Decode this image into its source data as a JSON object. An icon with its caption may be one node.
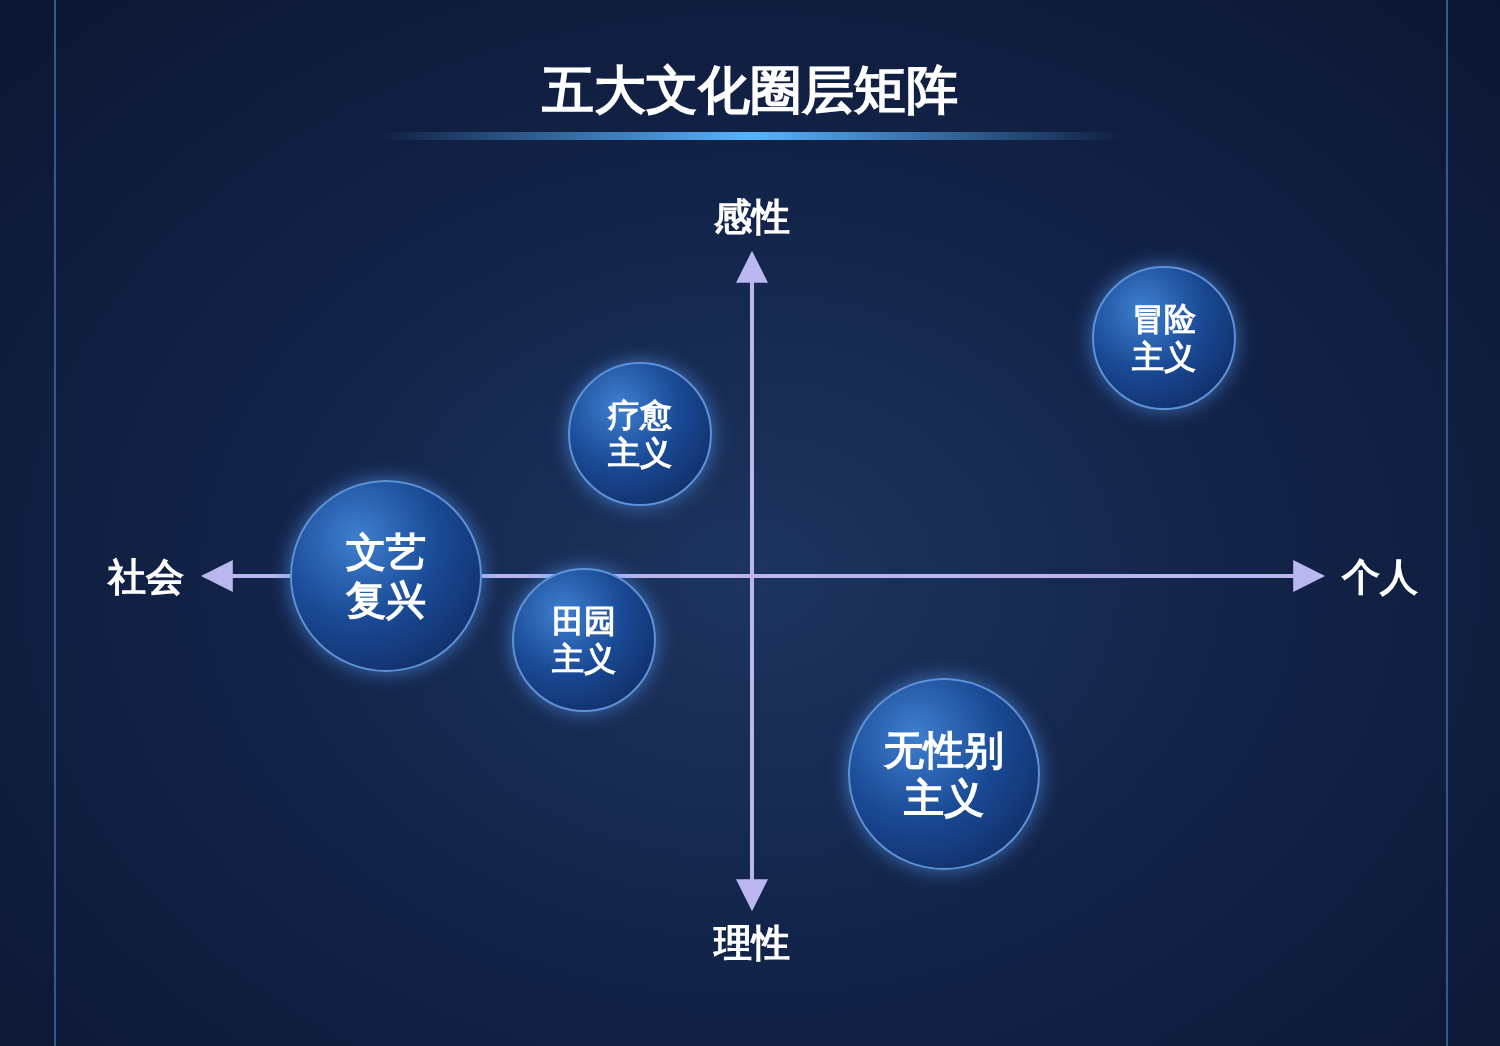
{
  "diagram": {
    "title": "五大文化圈层矩阵",
    "nodes": [
      {
        "text": [
          "冒险主义"
        ]
      },
      {
        "text": [
          "疗愈主义"
        ]
      },
      {
        "text": [
          "文艺复兴"
        ]
      },
      {
        "text": [
          "田园主义"
        ]
      },
      {
        "text": [
          "无性别主义"
        ]
      }
    ],
    "labels": [
      "感性",
      "社会",
      "个人",
      "理性"
    ]
  }
}
